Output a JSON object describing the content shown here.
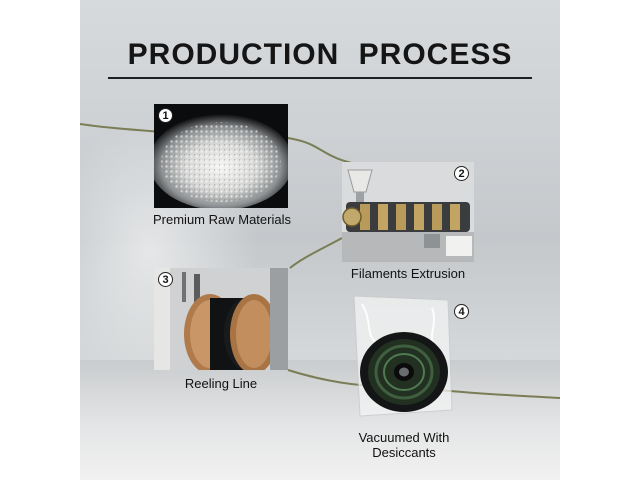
{
  "title": "PRODUCTION  PROCESS",
  "steps": [
    {
      "number": "1",
      "label": "Premium Raw Materials"
    },
    {
      "number": "2",
      "label": "Filaments Extrusion"
    },
    {
      "number": "3",
      "label": "Reeling Line"
    },
    {
      "number": "4",
      "label_line1": "Vacuumed With",
      "label_line2": "Desiccants"
    }
  ],
  "colors": {
    "wire": "#7a7d55",
    "title": "#151515",
    "filament_green": "#3f5f3f"
  }
}
